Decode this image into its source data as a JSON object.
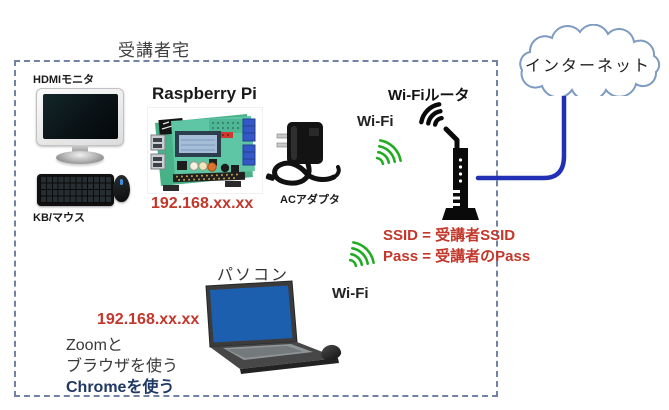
{
  "diagram": {
    "title": "受講者宅",
    "internet_cloud": {
      "label": "インターネット"
    },
    "monitor": {
      "label": "HDMIモニタ"
    },
    "keyboard_mouse": {
      "label": "KB/マウス"
    },
    "raspberry_pi": {
      "label": "Raspberry Pi",
      "ip_address": "192.168.xx.xx"
    },
    "ac_adapter": {
      "label": "ACアダプタ"
    },
    "wifi_router": {
      "label": "Wi-Fiルータ",
      "wifi_label": "Wi-Fi",
      "ssid_text": "SSID = 受講者SSID",
      "pass_text": "Pass = 受講者のPass"
    },
    "pc": {
      "label": "パソコン",
      "ip_address": "192.168.xx.xx",
      "wifi_label": "Wi-Fi",
      "usage_line1": "Zoomと",
      "usage_line2": "ブラウザを使う",
      "usage_line3": "Chromeを使う"
    },
    "colors": {
      "ip_text_red": "#C3372B",
      "chrome_note_blue": "#1F3864",
      "wifi_waves_green": "#22AC22",
      "connector_line_blue": "#2130B4",
      "cloud_outline": "#7E9BC0",
      "dashed_border": "#7282A6",
      "laptop_screen_blue": "#1D5FAF"
    }
  }
}
